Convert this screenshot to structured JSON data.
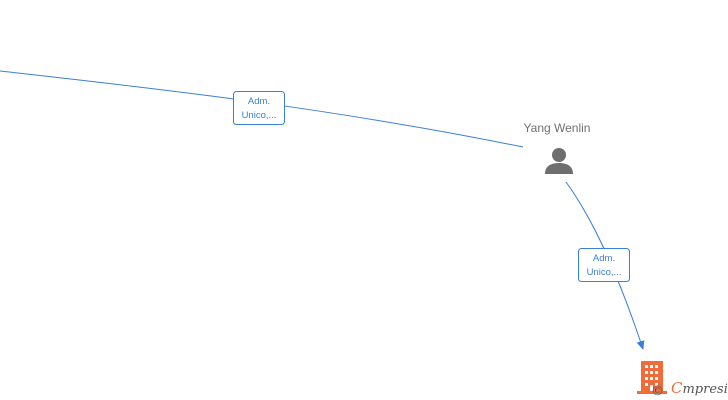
{
  "nodes": {
    "person": {
      "name": "Yang Wenlin",
      "icon": "person-icon"
    },
    "company": {
      "icon": "building-icon"
    }
  },
  "edges": [
    {
      "role_line1": "Adm.",
      "role_line2": "Unico,..."
    },
    {
      "role_line1": "Adm.",
      "role_line2": "Unico,..."
    }
  ],
  "brand": {
    "initial": "C",
    "rest": "mpresia",
    "copyright": "©"
  },
  "colors": {
    "edge": "#3a7fd5",
    "label_text": "#3a7fd5",
    "label_border": "#3a7fd5",
    "person_icon": "#6e6e6e",
    "person_name": "#707070",
    "building": "#f26b3a",
    "brand_text": "#555555",
    "brand_initial": "#f26b3a"
  }
}
